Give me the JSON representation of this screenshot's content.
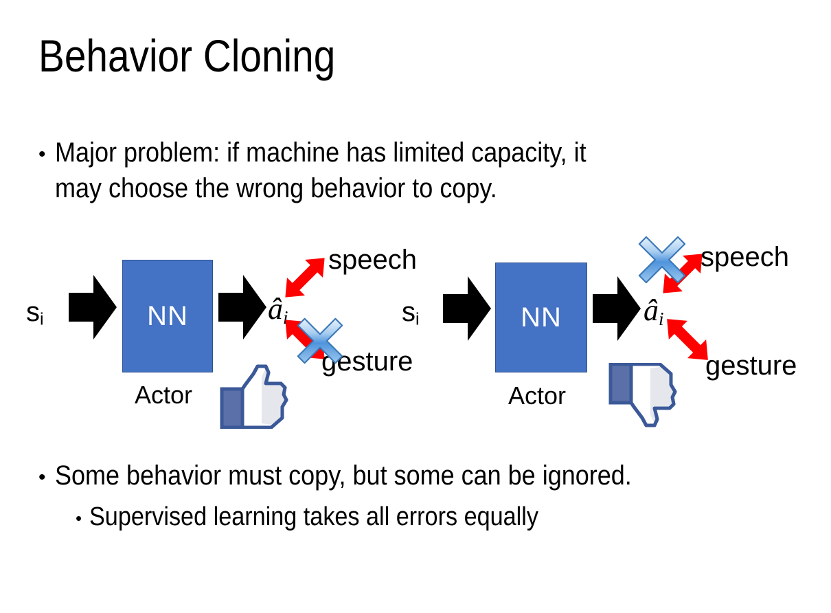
{
  "slide": {
    "title": "Behavior Cloning",
    "background_color": "#ffffff",
    "bullets": [
      {
        "marker": "•",
        "text": "Major problem: if machine has limited capacity, it\nmay choose the wrong behavior to copy.",
        "level": 1
      },
      {
        "marker": "•",
        "text": "Some behavior must copy, but some can be ignored.",
        "level": 1
      },
      {
        "marker": "•",
        "text": "Supervised learning takes all errors equally",
        "level": 2
      }
    ]
  },
  "colors": {
    "nn_box_fill": "#4472C4",
    "nn_box_stroke": "#2E528F",
    "arrow_black": "#000000",
    "double_arrow_red": "#FF0000",
    "x_mark_blue": "#4F94DC",
    "x_mark_blue_light": "#CFE3F7",
    "x_mark_stroke": "#3A78B8",
    "thumb_blue": "#3B5998",
    "thumb_white": "#FFFFFF",
    "thumb_shadow": "#E4E6EB",
    "text_black": "#000000"
  },
  "diagrams": [
    {
      "id": "left",
      "input_label": {
        "base": "s",
        "sub": "i"
      },
      "box_label": "NN",
      "box_caption": "Actor",
      "output_label": {
        "base": "a",
        "hat": true,
        "sub": "i"
      },
      "branches": [
        {
          "name": "speech",
          "label": "speech",
          "direction": "up-right",
          "crossed_out": false
        },
        {
          "name": "gesture",
          "label": "gesture",
          "direction": "down-right",
          "crossed_out": true
        }
      ],
      "feedback": {
        "icon": "thumbs-up-icon",
        "sentiment": "positive"
      }
    },
    {
      "id": "right",
      "input_label": {
        "base": "s",
        "sub": "i"
      },
      "box_label": "NN",
      "box_caption": "Actor",
      "output_label": {
        "base": "a",
        "hat": true,
        "sub": "i"
      },
      "branches": [
        {
          "name": "speech",
          "label": "speech",
          "direction": "up-right",
          "crossed_out": true
        },
        {
          "name": "gesture",
          "label": "gesture",
          "direction": "down-right",
          "crossed_out": false
        }
      ],
      "feedback": {
        "icon": "thumbs-down-icon",
        "sentiment": "negative"
      }
    }
  ]
}
